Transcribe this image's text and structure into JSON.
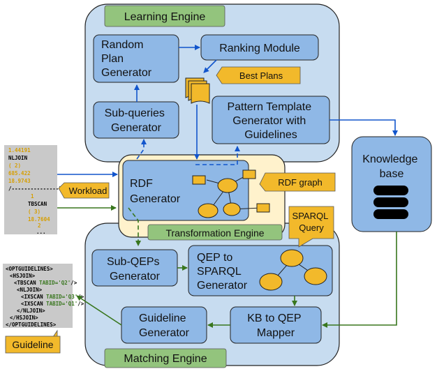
{
  "engines": {
    "learning": "Learning Engine",
    "transformation": "Transformation Engine",
    "matching": "Matching Engine"
  },
  "modules": {
    "random_plan": [
      "Random",
      "Plan",
      "Generator"
    ],
    "ranking": "Ranking Module",
    "subqueries": [
      "Sub-queries",
      "Generator"
    ],
    "pattern_template": [
      "Pattern Template",
      "Generator with",
      "Guidelines"
    ],
    "rdf_generator": [
      "RDF",
      "Generator"
    ],
    "knowledge_base": [
      "Knowledge",
      "base"
    ],
    "subqeps": [
      "Sub-QEPs",
      "Generator"
    ],
    "qep_to_sparql": [
      "QEP to",
      "SPARQL",
      "Generator"
    ],
    "guideline_generator": [
      "Guideline",
      "Generator"
    ],
    "kb_to_qep": [
      "KB to QEP",
      "Mapper"
    ]
  },
  "callouts": {
    "best_plans": "Best Plans",
    "rdf_graph": "RDF graph",
    "workload": "Workload",
    "sparql_query": [
      "SPARQL",
      "Query"
    ],
    "guideline": "Guideline"
  },
  "qep_snippet": {
    "lines": [
      "1.44191",
      "NLJOIN",
      "(       2)",
      "685.422",
      "18.9743",
      "/---------------\\",
      "1",
      "TBSCAN",
      "(       3)",
      "18.7604",
      "2",
      "..."
    ]
  },
  "guideline_snippet": {
    "lines": [
      {
        "tag": "<OPTGUIDELINES>",
        "attr": ""
      },
      {
        "tag": "<HSJOIN>",
        "attr": ""
      },
      {
        "tag": "<TBSCAN",
        "attr": "TABID='Q2'",
        "close": "/>"
      },
      {
        "tag": "<NLJOIN>",
        "attr": ""
      },
      {
        "tag": "<IXSCAN",
        "attr": "TABID='Q3'",
        "close": "/>"
      },
      {
        "tag": "<IXSCAN",
        "attr": "TABID='Q1'",
        "close": "/>"
      },
      {
        "tag": "</NLJOIN>",
        "attr": ""
      },
      {
        "tag": "</HSJOIN>",
        "attr": ""
      },
      {
        "tag": "</OPTGUIDELINES>",
        "attr": ""
      }
    ]
  },
  "colors": {
    "engine_fill": "#c7dcf0",
    "module_fill": "#8fb8e6",
    "callout_fill": "#f2b92b",
    "engine_label_fill": "#93c47d",
    "transformation_fill": "#fff2cc",
    "blue_arrow": "#1155cc",
    "green_arrow": "#38761d",
    "snippet_bg": "#c9c9c9"
  }
}
